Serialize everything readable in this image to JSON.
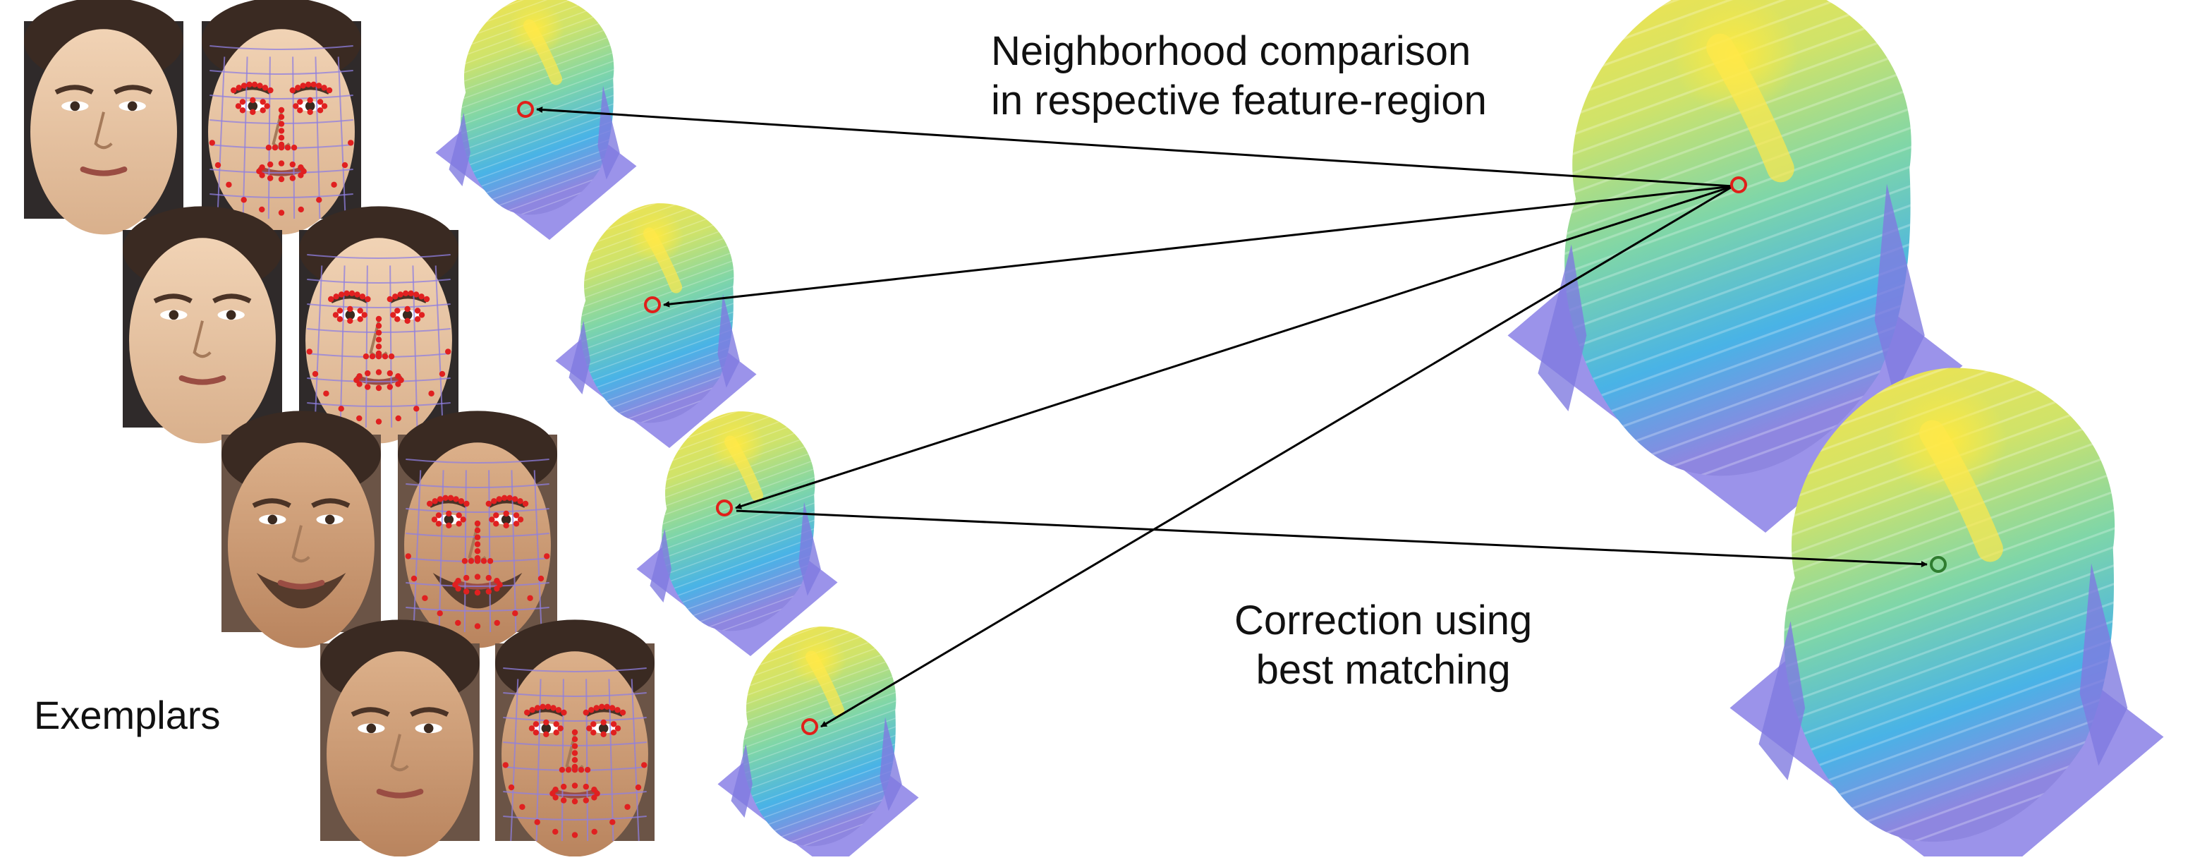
{
  "labels": {
    "neighborhood_line1": "Neighborhood comparison",
    "neighborhood_line2": "in respective feature-region",
    "correction_line1": "Correction using",
    "correction_line2": "best matching",
    "exemplars": "Exemplars"
  },
  "colors": {
    "background": "#ffffff",
    "arrow": "#000000",
    "marker_red": "#e0201a",
    "marker_green": "#2f7d2f",
    "landmark": "#e02020",
    "mesh": "#8f7fe0",
    "base_plane": "#8a80e6",
    "surface_high": "#f7e34a",
    "surface_mid": "#7fd6a8",
    "surface_low": "#49b3e6",
    "surface_base": "#8e86e0",
    "skin_light": "#e8c7a8",
    "skin_dark": "#c99a76",
    "hair": "#3a2a22",
    "beard": "#4a3226"
  },
  "icons": {
    "exemplar_photo": "face-photo-icon",
    "exemplar_mesh": "face-landmark-mesh-icon",
    "depth_surface": "3d-face-surface-icon",
    "query_marker": "red-circle-marker-icon",
    "result_marker": "green-circle-marker-icon"
  },
  "exemplars": [
    {
      "skin": "light",
      "beard": false
    },
    {
      "skin": "light",
      "beard": false
    },
    {
      "skin": "dark",
      "beard": true
    },
    {
      "skin": "dark",
      "beard": false
    }
  ]
}
